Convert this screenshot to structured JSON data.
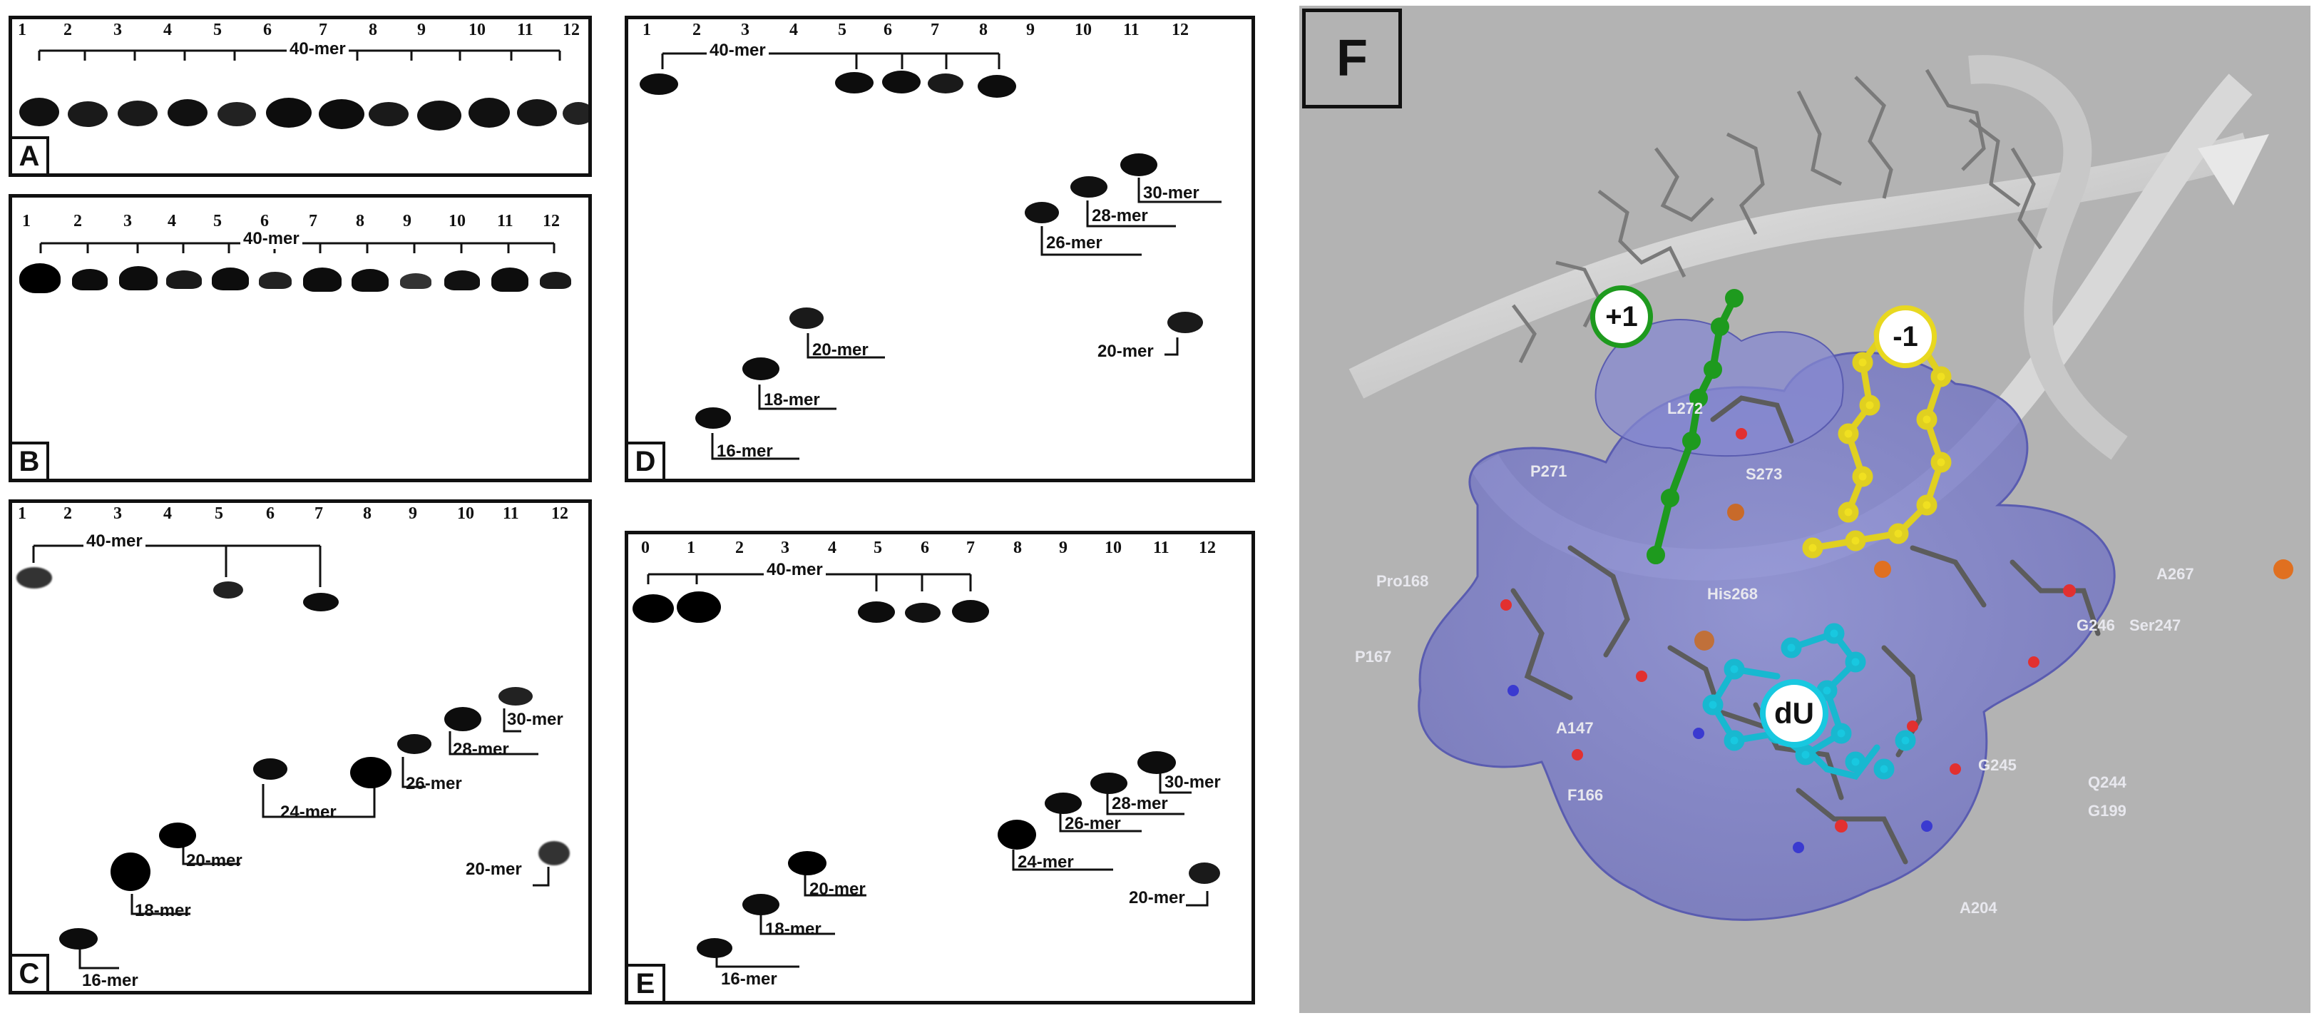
{
  "panels": {
    "A": {
      "letter": "A",
      "lanes": [
        "1",
        "2",
        "3",
        "4",
        "5",
        "6",
        "7",
        "8",
        "9",
        "10",
        "11",
        "12"
      ],
      "bracket_label": "40-mer"
    },
    "B": {
      "letter": "B",
      "lanes": [
        "1",
        "2",
        "3",
        "4",
        "5",
        "6",
        "7",
        "8",
        "9",
        "10",
        "11",
        "12"
      ],
      "bracket_label": "40-mer"
    },
    "C": {
      "letter": "C",
      "lanes": [
        "1",
        "2",
        "3",
        "4",
        "5",
        "6",
        "7",
        "8",
        "9",
        "10",
        "11",
        "12"
      ],
      "bracket_label": "40-mer",
      "labels": [
        "16-mer",
        "18-mer",
        "20-mer",
        "24-mer",
        "26-mer",
        "28-mer",
        "30-mer",
        "20-mer"
      ]
    },
    "D": {
      "letter": "D",
      "lanes": [
        "1",
        "2",
        "3",
        "4",
        "5",
        "6",
        "7",
        "8",
        "9",
        "10",
        "11",
        "12"
      ],
      "bracket_label": "40-mer",
      "labels": [
        "16-mer",
        "18-mer",
        "20-mer",
        "26-mer",
        "28-mer",
        "30-mer",
        "20-mer"
      ]
    },
    "E": {
      "letter": "E",
      "lanes": [
        "0",
        "1",
        "2",
        "3",
        "4",
        "5",
        "6",
        "7",
        "8",
        "9",
        "10",
        "11",
        "12"
      ],
      "bracket_label": "40-mer",
      "labels": [
        "16-mer",
        "18-mer",
        "20-mer",
        "24-mer",
        "26-mer",
        "28-mer",
        "30-mer",
        "20-mer"
      ]
    },
    "F": {
      "letter": "F",
      "markers": {
        "plus1": "+1",
        "minus1": "-1",
        "du": "dU"
      },
      "residues": [
        "L272",
        "P271",
        "S273",
        "A267",
        "Pro168",
        "P167",
        "His268",
        "G246",
        "Ser247",
        "Q244",
        "G245",
        "G199",
        "A204",
        "A147",
        "F166"
      ]
    }
  }
}
